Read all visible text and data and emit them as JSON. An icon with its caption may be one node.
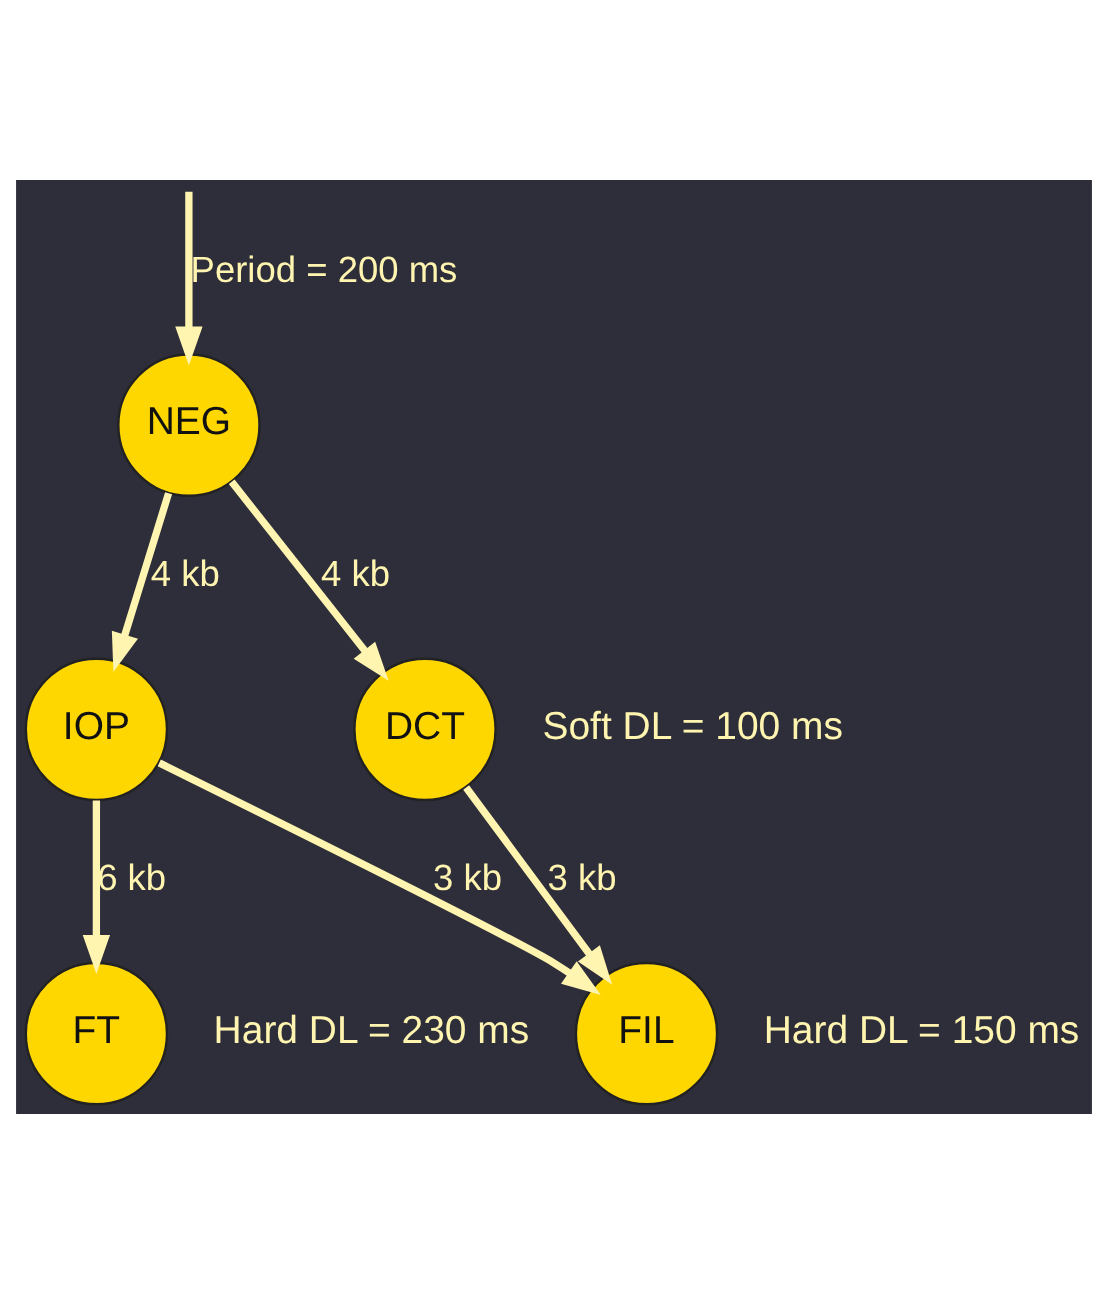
{
  "diagram": {
    "nodes": [
      {
        "text": [
          "NEG"
        ]
      },
      {
        "text": [
          "IOP"
        ]
      },
      {
        "text": [
          "DCT"
        ],
        "beside": [
          "Soft DL = 100 ms"
        ]
      },
      {
        "text": [
          "FIL"
        ],
        "beside": [
          "Hard DL = 150 ms"
        ]
      },
      {
        "text": [
          "FT"
        ],
        "beside": [
          "Hard DL = 230 ms"
        ]
      }
    ],
    "edges": [
      {
        "from": null,
        "to": 0,
        "arrow": "to",
        "label": "Period = 200 ms"
      },
      {
        "from": 0,
        "to": 1,
        "arrow": "to",
        "label": "4 kb"
      },
      {
        "from": 0,
        "to": 2,
        "arrow": "to",
        "label": "4 kb"
      },
      {
        "from": 1,
        "to": 3,
        "arrow": "to",
        "label": "3 kb"
      },
      {
        "from": 2,
        "to": 3,
        "arrow": "to",
        "label": "3 kb"
      },
      {
        "from": 1,
        "to": 4,
        "arrow": "to",
        "label": "6 kb"
      }
    ]
  }
}
